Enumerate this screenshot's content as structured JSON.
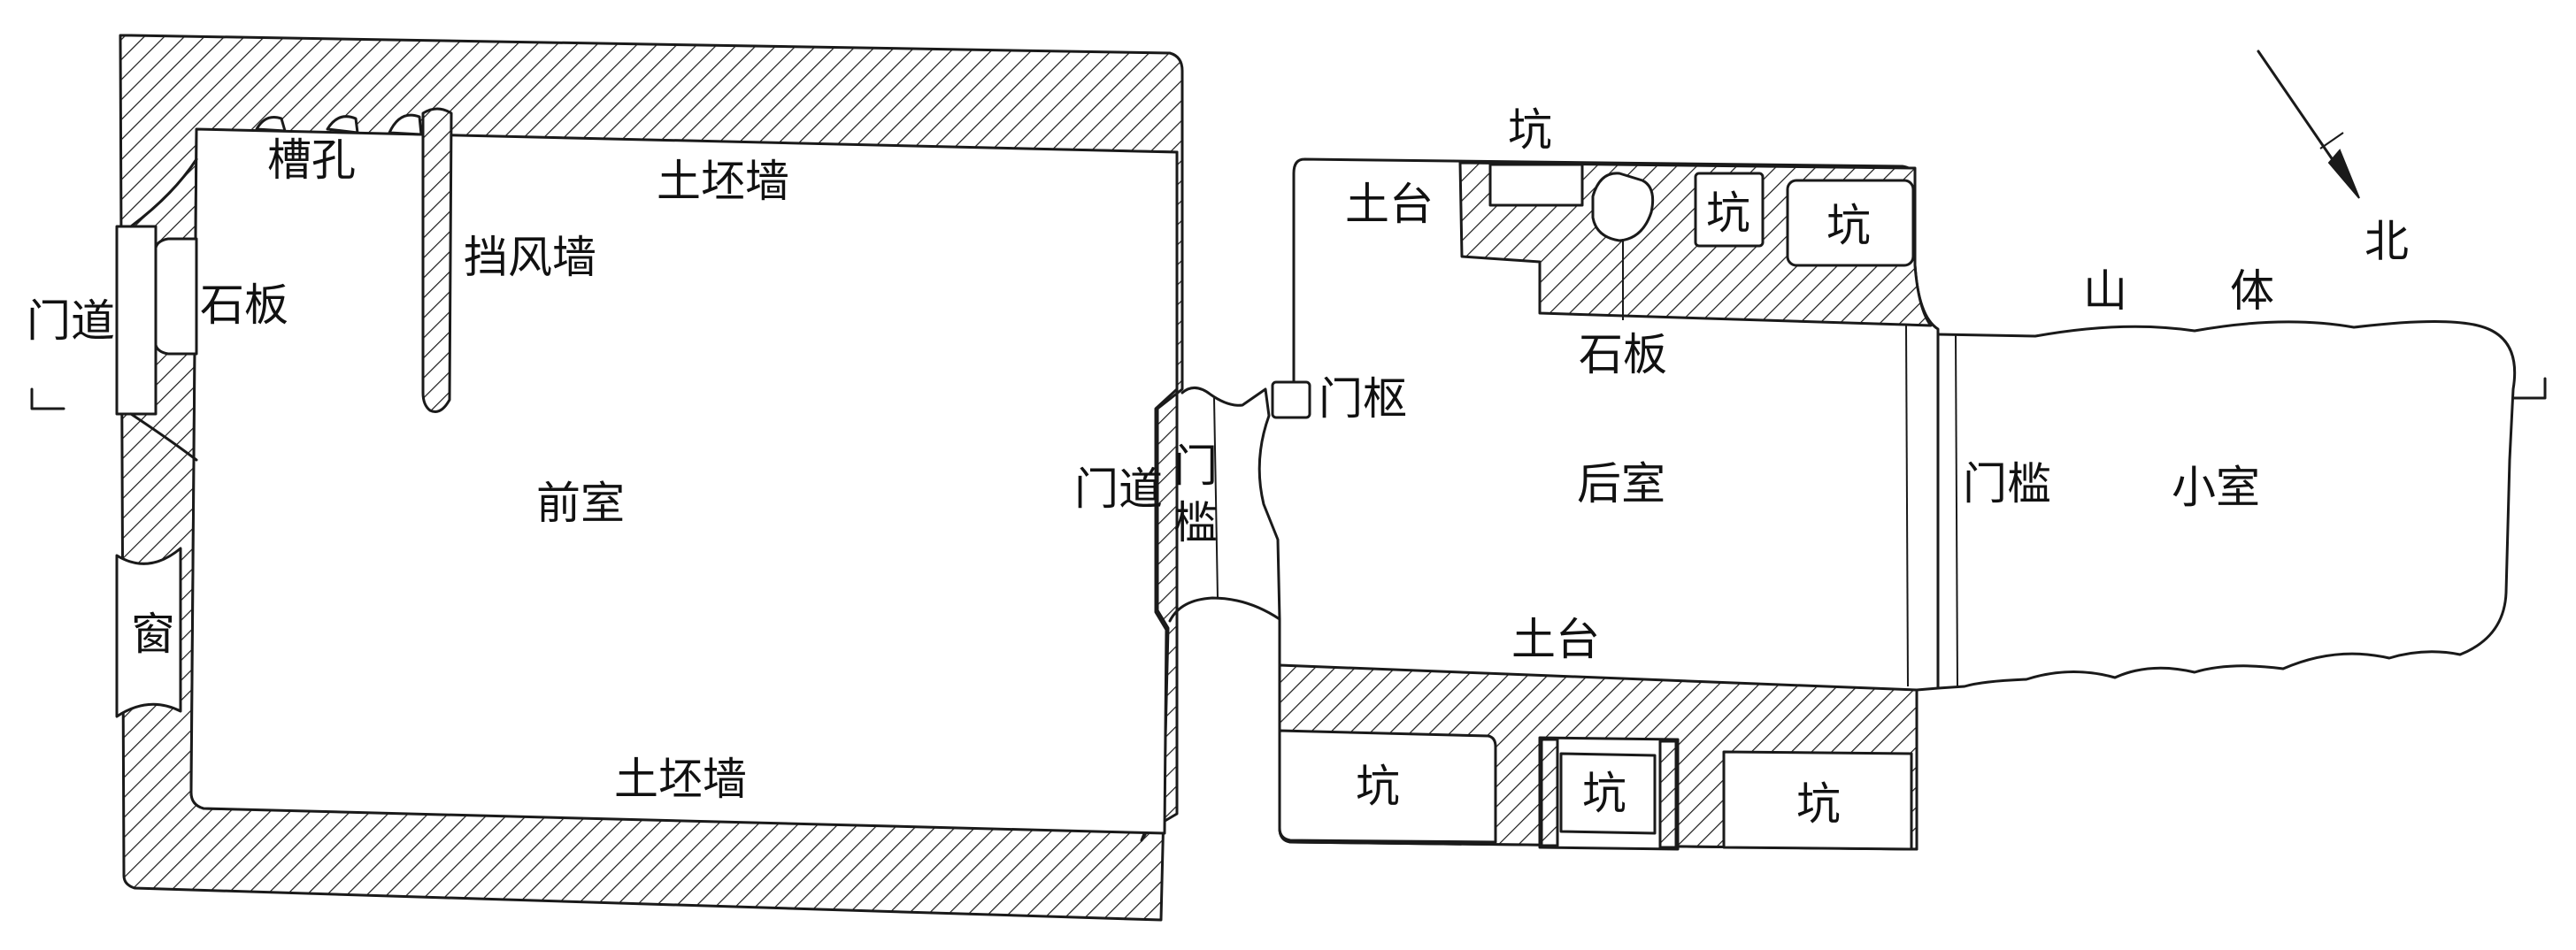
{
  "labels": {
    "mendao_left": "门道",
    "shiban_left": "石板",
    "caokong": "槽孔",
    "tupiqiang_top": "土坯墙",
    "dangfengqiang": "挡风墙",
    "qianshi": "前室",
    "chuang": "窗",
    "tupiqiang_bottom": "土坯墙",
    "mendao_mid": "门道",
    "menkan_mid_1": "门",
    "menkan_mid_2": "槛",
    "menshu": "门枢",
    "keng_top_label": "坑",
    "tutai_top": "土台",
    "keng_a": "坑",
    "keng_b": "坑",
    "shiban_right": "石板",
    "houshi": "后室",
    "tutai_bottom": "土台",
    "keng_c": "坑",
    "keng_d": "坑",
    "keng_e": "坑",
    "menkan_right": "门槛",
    "xiaoshi": "小室",
    "shan": "山",
    "ti": "体",
    "bei": "北"
  },
  "colors": {
    "ink": "#1a1a1a",
    "background": "#ffffff"
  }
}
